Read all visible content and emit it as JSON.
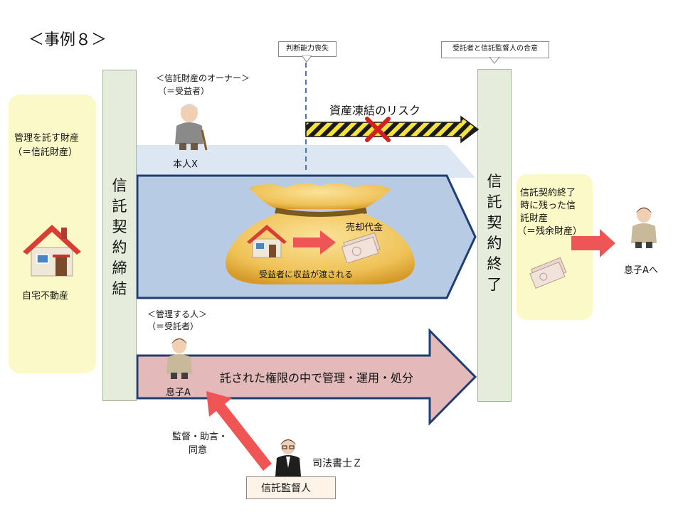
{
  "case_title": "＜事例８＞",
  "left_panel": {
    "line1": "管理を託す財産",
    "line2": "（＝信託財産）",
    "house_caption": "自宅不動産"
  },
  "contract_start": [
    "信",
    "託",
    "契",
    "約",
    "締",
    "結"
  ],
  "contract_end": [
    "信",
    "託",
    "契",
    "約",
    "終",
    "了"
  ],
  "owner": {
    "title": "＜信託財産のオーナー＞",
    "role": "（＝受益者）",
    "name": "本人X"
  },
  "incapacity_label": "判断能力喪失",
  "agreement_label": "受託者と信託監督人の合意",
  "freeze_risk": "資産凍結のリスク",
  "bag": {
    "sale_label": "売却代金",
    "benefit_label": "受益者に収益が渡される"
  },
  "trustee": {
    "title": "＜管理する人＞",
    "role": "（＝受託者）",
    "name": "息子A",
    "authority": "託された権限の中で管理・運用・処分"
  },
  "residual": {
    "line1": "信託契約終了",
    "line2": "時に残った信",
    "line3": "託財産",
    "line4": "（＝残余財産）",
    "recipient": "息子Aへ"
  },
  "supervisor": {
    "action_line1": "監督・助言・",
    "action_line2": "同意",
    "name": "司法書士Ｚ",
    "role_box": "信託監督人"
  },
  "colors": {
    "beneficiary_arrow": "#b7cbe4",
    "trustee_arrow": "#e3b9b9",
    "left_panel": "#fbf9c8",
    "contract_bar": "#e5ecdc",
    "red_arrow": "#f05555"
  }
}
